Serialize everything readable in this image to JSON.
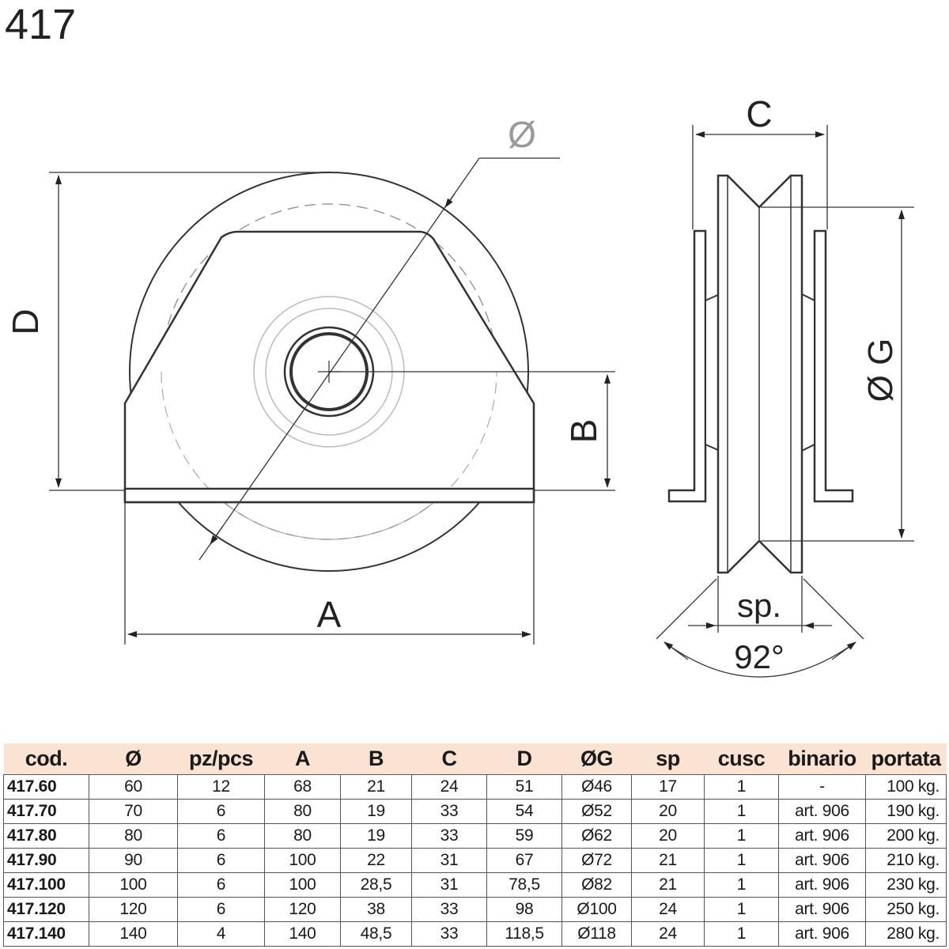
{
  "title": "417",
  "diagram": {
    "labels": {
      "diameter": "Ø",
      "D": "D",
      "B": "B",
      "A": "A",
      "C": "C",
      "G": "Ø G",
      "sp": "sp.",
      "angle": "92°"
    }
  },
  "table": {
    "headers": [
      "cod.",
      "Ø",
      "pz/pcs",
      "A",
      "B",
      "C",
      "D",
      "ØG",
      "sp",
      "cusc",
      "binario",
      "portata"
    ],
    "rows": [
      [
        "417.60",
        "60",
        "12",
        "68",
        "21",
        "24",
        "51",
        "Ø46",
        "17",
        "1",
        "-",
        "100 kg."
      ],
      [
        "417.70",
        "70",
        "6",
        "80",
        "19",
        "33",
        "54",
        "Ø52",
        "20",
        "1",
        "art. 906",
        "190 kg."
      ],
      [
        "417.80",
        "80",
        "6",
        "80",
        "19",
        "33",
        "59",
        "Ø62",
        "20",
        "1",
        "art. 906",
        "200 kg."
      ],
      [
        "417.90",
        "90",
        "6",
        "100",
        "22",
        "31",
        "67",
        "Ø72",
        "21",
        "1",
        "art. 906",
        "210 kg."
      ],
      [
        "417.100",
        "100",
        "6",
        "100",
        "28,5",
        "31",
        "78,5",
        "Ø82",
        "21",
        "1",
        "art. 906",
        "230 kg."
      ],
      [
        "417.120",
        "120",
        "6",
        "120",
        "38",
        "33",
        "98",
        "Ø100",
        "24",
        "1",
        "art. 906",
        "250 kg."
      ],
      [
        "417.140",
        "140",
        "4",
        "140",
        "48,5",
        "33",
        "118,5",
        "Ø118",
        "24",
        "1",
        "art. 906",
        "280 kg."
      ]
    ]
  }
}
